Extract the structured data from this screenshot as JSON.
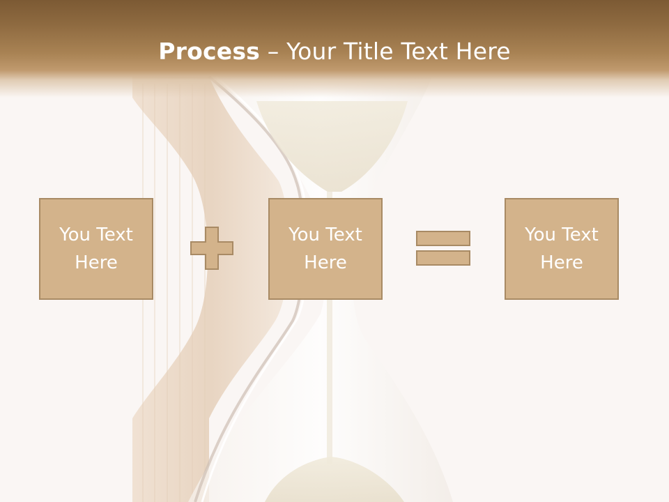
{
  "slide": {
    "title_bold": "Process",
    "title_rest": " – Your Title Text Here",
    "boxes": [
      {
        "text": "You Text Here"
      },
      {
        "text": "You Text Here"
      },
      {
        "text": "You Text Here"
      }
    ],
    "operators": [
      "plus-icon",
      "equals-icon"
    ]
  },
  "colors": {
    "title_bar": "#8e6a40",
    "box_fill": "#d3b38b",
    "box_border": "#a88a64",
    "background": "#faf6f4",
    "text": "#ffffff"
  }
}
